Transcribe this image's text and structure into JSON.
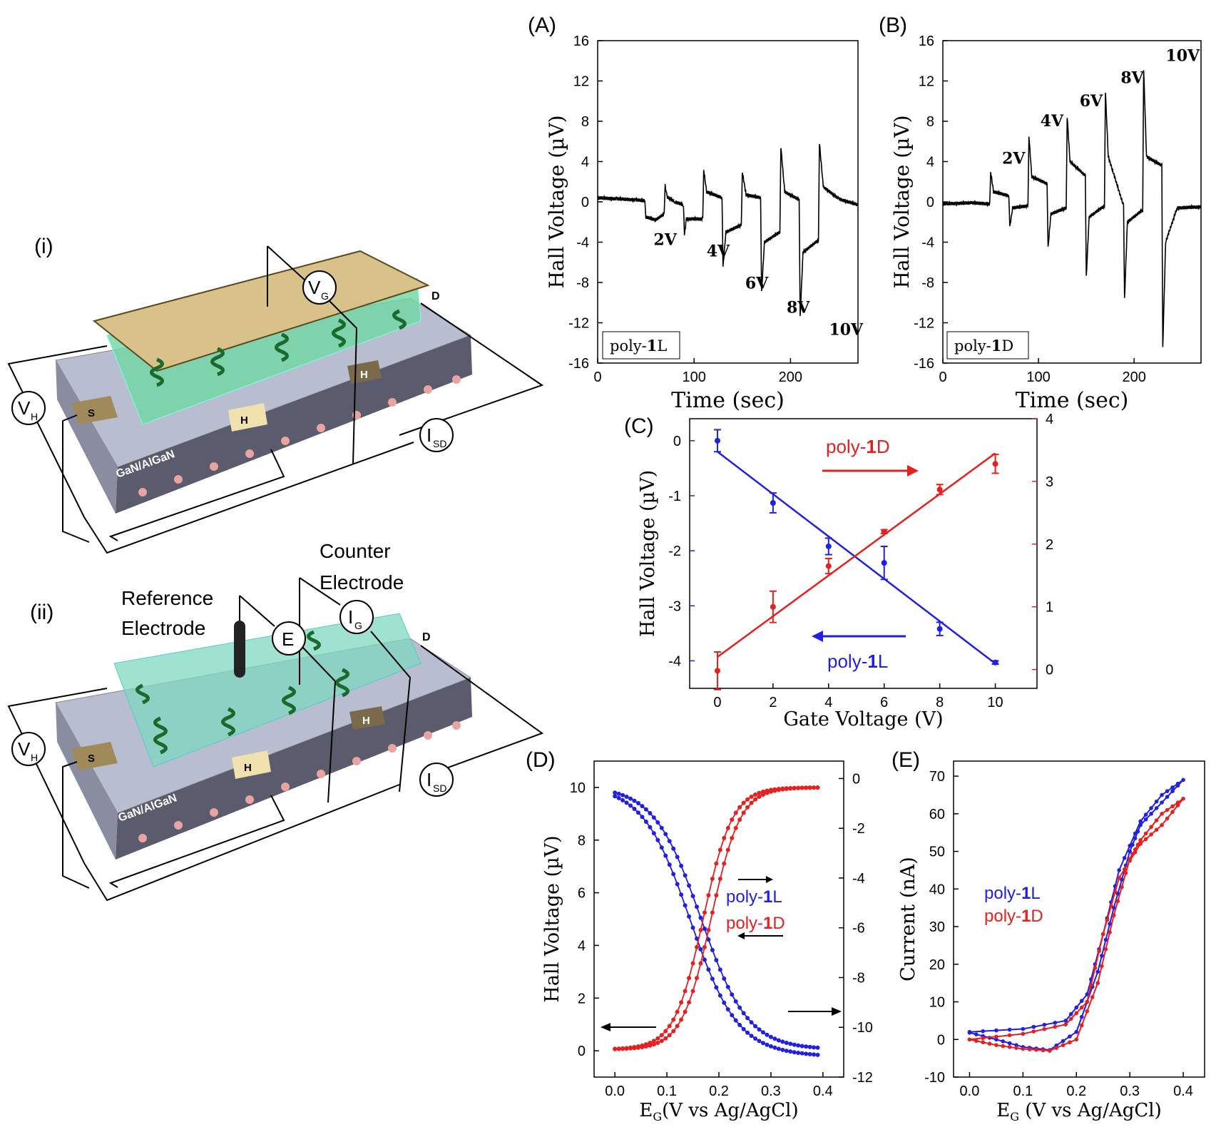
{
  "schematic": {
    "i": {
      "label": "(i)",
      "vg": "V",
      "vg_sub": "G",
      "vh": "V",
      "vh_sub": "H",
      "isd": "I",
      "isd_sub": "SD",
      "s": "S",
      "d": "D",
      "h": "H",
      "h2": "H",
      "substrate": "GaN/AlGaN"
    },
    "ii": {
      "label": "(ii)",
      "ref_line1": "Reference",
      "ref_line2": "Electrode",
      "counter_line1": "Counter",
      "counter_line2": "Electrode",
      "e": "E",
      "ig": "I",
      "ig_sub": "G",
      "vh": "V",
      "vh_sub": "H",
      "isd": "I",
      "isd_sub": "SD",
      "s": "S",
      "d": "D",
      "h": "H",
      "h2": "H",
      "substrate": "GaN/AlGaN"
    }
  },
  "colors": {
    "blue": "#1f1fe6",
    "red": "#e61f1f",
    "black": "#000000"
  },
  "chart_data": [
    {
      "panel": "(A)",
      "type": "line",
      "xlabel": "Time (sec)",
      "ylabel": "Hall Voltage (µV)",
      "xlim": [
        0,
        270
      ],
      "ylim": [
        -16,
        16
      ],
      "xticks": [
        0,
        100,
        200
      ],
      "yticks": [
        -16,
        -12,
        -8,
        -4,
        0,
        4,
        8,
        12,
        16
      ],
      "legend": "poly-1L",
      "series": [
        {
          "color": "#000000",
          "points": [
            [
              0,
              0.4
            ],
            [
              20,
              0.3
            ],
            [
              40,
              0.2
            ],
            [
              49,
              0.1
            ],
            [
              50,
              -1.5
            ],
            [
              60,
              -1.8
            ],
            [
              69,
              -1.2
            ],
            [
              70,
              1.6
            ],
            [
              72,
              0.5
            ],
            [
              80,
              0
            ],
            [
              89,
              -0.3
            ],
            [
              90,
              -3.3
            ],
            [
              92,
              -1.7
            ],
            [
              109,
              -1.7
            ],
            [
              110,
              3.2
            ],
            [
              113,
              1
            ],
            [
              129,
              0.4
            ],
            [
              130,
              -6.5
            ],
            [
              133,
              -3
            ],
            [
              149,
              -2.3
            ],
            [
              150,
              3
            ],
            [
              154,
              0.7
            ],
            [
              169,
              0.4
            ],
            [
              170,
              -9
            ],
            [
              173,
              -4
            ],
            [
              189,
              -3
            ],
            [
              190,
              5.5
            ],
            [
              194,
              1
            ],
            [
              209,
              0.2
            ],
            [
              210,
              -11.5
            ],
            [
              213,
              -5
            ],
            [
              229,
              -3.8
            ],
            [
              230,
              5.9
            ],
            [
              234,
              1.5
            ],
            [
              250,
              0.3
            ],
            [
              270,
              -0.3
            ]
          ]
        }
      ],
      "annotations": [
        "2V",
        "4V",
        "6V",
        "8V",
        "10V"
      ]
    },
    {
      "panel": "(B)",
      "type": "line",
      "xlabel": "Time (sec)",
      "ylabel": "Hall Voltage (µV)",
      "xlim": [
        0,
        270
      ],
      "ylim": [
        -16,
        16
      ],
      "xticks": [
        0,
        100,
        200
      ],
      "yticks": [
        -16,
        -12,
        -8,
        -4,
        0,
        4,
        8,
        12,
        16
      ],
      "legend": "poly-1D",
      "series": [
        {
          "color": "#000000",
          "points": [
            [
              0,
              -0.2
            ],
            [
              30,
              -0.1
            ],
            [
              49,
              -0.2
            ],
            [
              50,
              3
            ],
            [
              53,
              1
            ],
            [
              69,
              0.6
            ],
            [
              70,
              -2.5
            ],
            [
              73,
              -0.6
            ],
            [
              89,
              -0.4
            ],
            [
              90,
              6.6
            ],
            [
              93,
              2.5
            ],
            [
              109,
              1.8
            ],
            [
              110,
              -4.6
            ],
            [
              113,
              -1.2
            ],
            [
              129,
              -0.6
            ],
            [
              130,
              8.5
            ],
            [
              133,
              4
            ],
            [
              149,
              2.6
            ],
            [
              150,
              -7.5
            ],
            [
              153,
              -1.5
            ],
            [
              169,
              -0.4
            ],
            [
              170,
              11
            ],
            [
              173,
              4.5
            ],
            [
              189,
              -0.4
            ],
            [
              190,
              -9.7
            ],
            [
              193,
              -2
            ],
            [
              209,
              -0.8
            ],
            [
              210,
              13.2
            ],
            [
              213,
              4.5
            ],
            [
              229,
              3.6
            ],
            [
              230,
              -14.5
            ],
            [
              233,
              -4
            ],
            [
              245,
              -0.6
            ],
            [
              270,
              -0.5
            ]
          ]
        }
      ],
      "annotations": [
        "2V",
        "4V",
        "6V",
        "8V",
        "10V"
      ]
    },
    {
      "panel": "(C)",
      "type": "scatter",
      "xlabel": "Gate Voltage (V)",
      "ylabel": "Hall Voltage (µV)",
      "xlim": [
        -1,
        11.5
      ],
      "ylim_left": [
        -4.5,
        0.4
      ],
      "ylim_right": [
        -0.3,
        4
      ],
      "xticks": [
        0,
        2,
        4,
        6,
        8,
        10
      ],
      "yticks_left": [
        -4,
        -3,
        -2,
        -1,
        0
      ],
      "yticks_right": [
        0,
        1,
        2,
        3,
        4
      ],
      "series": [
        {
          "name": "poly-1L",
          "color": "#1f1fe6",
          "axis": "left",
          "x": [
            0,
            2,
            4,
            6,
            8,
            10
          ],
          "y": [
            0,
            -1.13,
            -1.92,
            -2.22,
            -3.42,
            -4.03
          ],
          "err": [
            0.2,
            0.18,
            0.15,
            0.3,
            0.12,
            0.03
          ],
          "fit": [
            [
              0,
              -0.2
            ],
            [
              10,
              -4.05
            ]
          ]
        },
        {
          "name": "poly-1D",
          "color": "#e61f1f",
          "axis": "right",
          "x": [
            0,
            2,
            4,
            6,
            8,
            10
          ],
          "y": [
            -0.02,
            1.0,
            1.65,
            2.2,
            2.87,
            3.28
          ],
          "err": [
            0.3,
            0.25,
            0.12,
            0.03,
            0.08,
            0.15
          ],
          "fit": [
            [
              0,
              0.2
            ],
            [
              10,
              3.45
            ]
          ]
        }
      ]
    },
    {
      "panel": "(D)",
      "type": "line",
      "xlabel_main": "E",
      "xlabel_sub": "G",
      "xlabel_rest": "(V vs Ag/AgCl)",
      "ylabel": "Hall Voltage (µV)",
      "xlim": [
        -0.04,
        0.44
      ],
      "ylim_left": [
        -1,
        11
      ],
      "ylim_right": [
        -12,
        0.7
      ],
      "xticks": [
        0.0,
        0.1,
        0.2,
        0.3,
        0.4
      ],
      "yticks_left": [
        0,
        2,
        4,
        6,
        8,
        10
      ],
      "yticks_right": [
        -12,
        -10,
        -8,
        -6,
        -4,
        -2,
        0
      ],
      "series": [
        {
          "name": "poly-1L",
          "color": "#1f1fe6",
          "axis": "left",
          "model": "sigmoid_down",
          "midpoints": [
            0.145,
            0.165
          ]
        },
        {
          "name": "poly-1D",
          "color": "#e61f1f",
          "axis": "left",
          "model": "sigmoid_up",
          "midpoints": [
            0.17,
            0.185
          ]
        }
      ]
    },
    {
      "panel": "(E)",
      "type": "line",
      "xlabel_main": "E",
      "xlabel_sub": "G",
      "xlabel_rest": " (V vs Ag/AgCl)",
      "ylabel": "Current (nA)",
      "xlim": [
        -0.03,
        0.44
      ],
      "ylim": [
        -10,
        74
      ],
      "xticks": [
        0.0,
        0.1,
        0.2,
        0.3,
        0.4
      ],
      "yticks": [
        -10,
        0,
        10,
        20,
        30,
        40,
        50,
        60,
        70
      ],
      "series": [
        {
          "name": "poly-1L",
          "color": "#1f1fe6",
          "points": [
            [
              0,
              2
            ],
            [
              0.1,
              2.8
            ],
            [
              0.18,
              5
            ],
            [
              0.22,
              12
            ],
            [
              0.25,
              28
            ],
            [
              0.28,
              45
            ],
            [
              0.32,
              58
            ],
            [
              0.36,
              65
            ],
            [
              0.4,
              69
            ],
            [
              0.36,
              63
            ],
            [
              0.32,
              57
            ],
            [
              0.3,
              50
            ],
            [
              0.27,
              35
            ],
            [
              0.24,
              18
            ],
            [
              0.2,
              2
            ],
            [
              0.15,
              -2.8
            ],
            [
              0.1,
              -2
            ],
            [
              0.05,
              0
            ],
            [
              0,
              1.8
            ]
          ]
        },
        {
          "name": "poly-1D",
          "color": "#e61f1f",
          "points": [
            [
              0,
              0
            ],
            [
              0.1,
              1.5
            ],
            [
              0.18,
              4
            ],
            [
              0.22,
              10
            ],
            [
              0.25,
              28
            ],
            [
              0.28,
              43
            ],
            [
              0.32,
              52
            ],
            [
              0.36,
              57
            ],
            [
              0.4,
              64
            ],
            [
              0.36,
              60
            ],
            [
              0.32,
              53
            ],
            [
              0.3,
              48
            ],
            [
              0.27,
              33
            ],
            [
              0.24,
              15
            ],
            [
              0.2,
              0
            ],
            [
              0.15,
              -3
            ],
            [
              0.1,
              -2.5
            ],
            [
              0.05,
              -1.5
            ],
            [
              0,
              0
            ]
          ]
        }
      ]
    }
  ]
}
